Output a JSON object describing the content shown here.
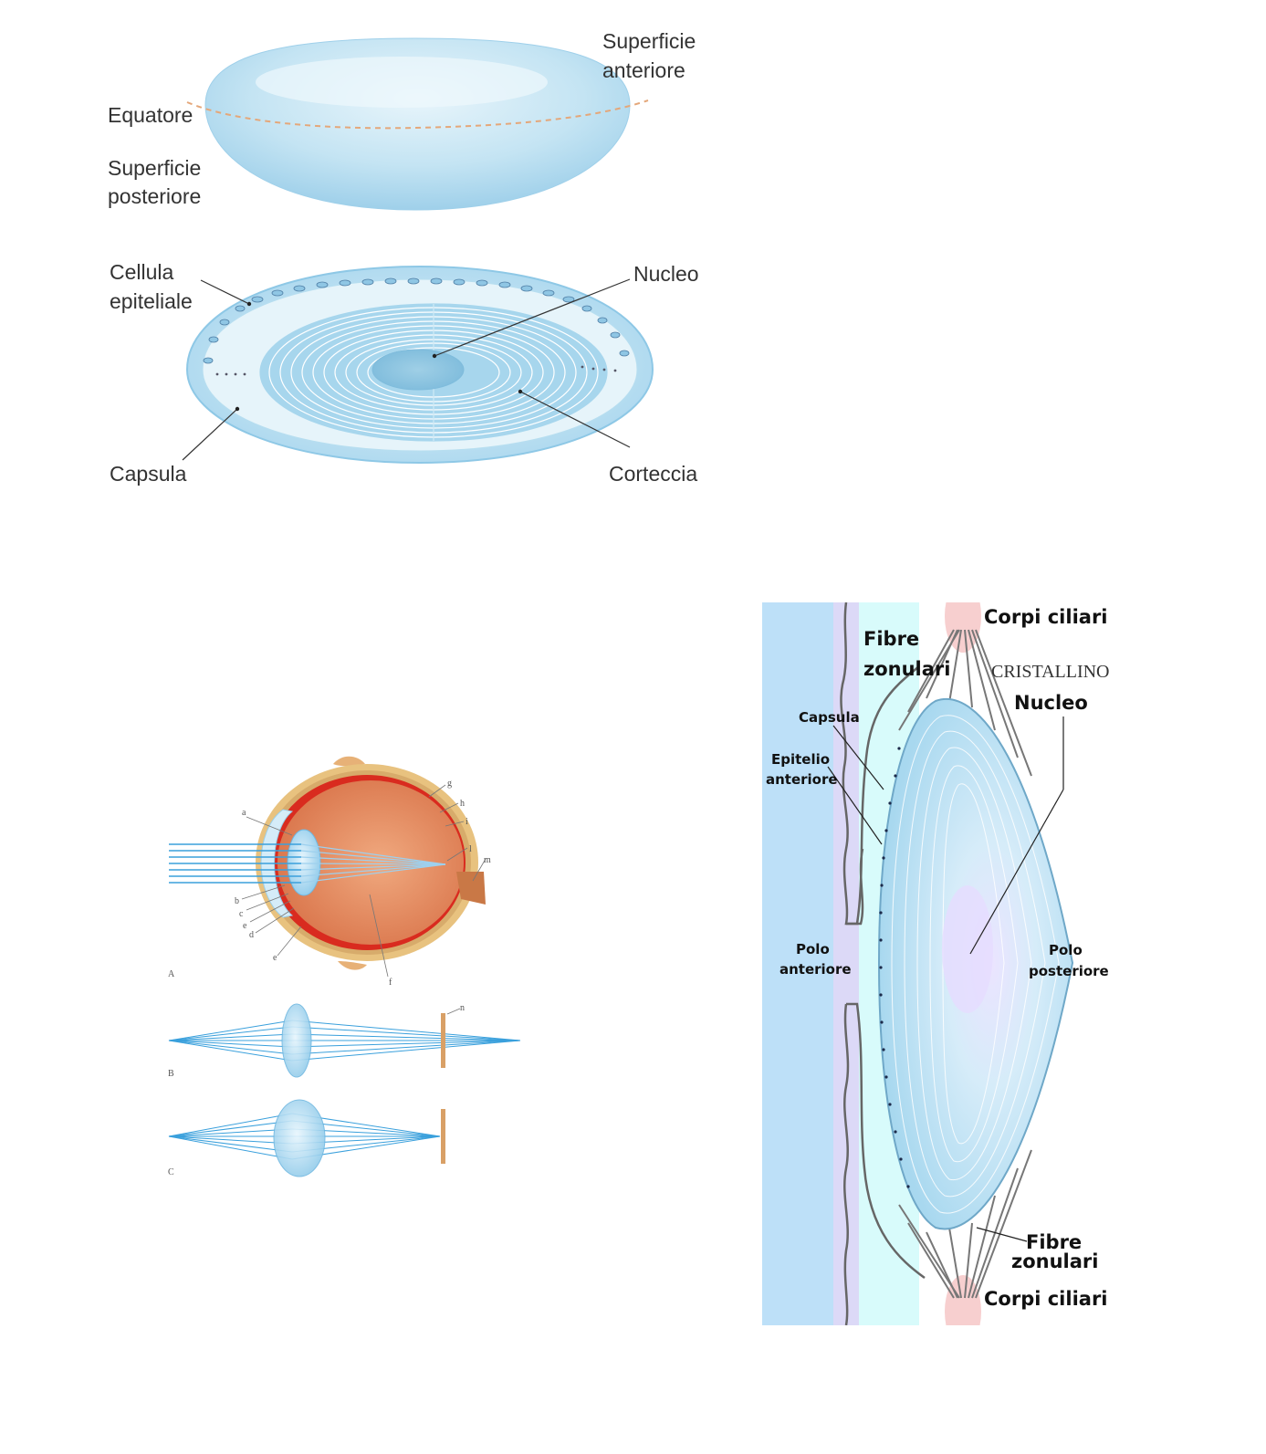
{
  "top_lens": {
    "superficie_anteriore_1": "Superficie",
    "superficie_anteriore_2": "anteriore",
    "equatore": "Equatore",
    "superficie_posteriore_1": "Superficie",
    "superficie_posteriore_2": "posteriore"
  },
  "section": {
    "cellula_epiteliale_1": "Cellula",
    "cellula_epiteliale_2": "epiteliale",
    "nucleo": "Nucleo",
    "capsula": "Capsula",
    "corteccia": "Corteccia"
  },
  "eye": {
    "letters": {
      "a": "a",
      "b": "b",
      "c": "c",
      "d": "d",
      "e1": "e",
      "e2": "e",
      "f": "f",
      "g": "g",
      "h": "h",
      "i": "i",
      "l": "l",
      "m": "m",
      "n": "n"
    },
    "panel_A": "A",
    "panel_B": "B",
    "panel_C": "C"
  },
  "crystalline": {
    "corpi_ciliari_top": "Corpi ciliari",
    "fibre_zonulari_top_1": "Fibre",
    "fibre_zonulari_top_2": "zonulari",
    "cristallino": "CRISTALLINO",
    "nucleo": "Nucleo",
    "capsula": "Capsula",
    "epitelio_anteriore_1": "Epitelio",
    "epitelio_anteriore_2": "anteriore",
    "polo_anteriore_1": "Polo",
    "polo_anteriore_2": "anteriore",
    "polo_posteriore_1": "Polo",
    "polo_posteriore_2": "posteriore",
    "fibre_zonulari_bottom_1": "Fibre",
    "fibre_zonulari_bottom_2": "zonulari",
    "corpi_ciliari_bottom": "Corpi ciliari"
  },
  "colors": {
    "lens_blue": "#bfe2f2",
    "lens_edge": "#8ec8e6",
    "eye_red": "#d92b1f",
    "eye_orange": "#e9895c",
    "ray_blue": "#3aa0dc",
    "aqueous_blue": "#bde0f8",
    "ciliary_pink": "#f7cfcf"
  }
}
